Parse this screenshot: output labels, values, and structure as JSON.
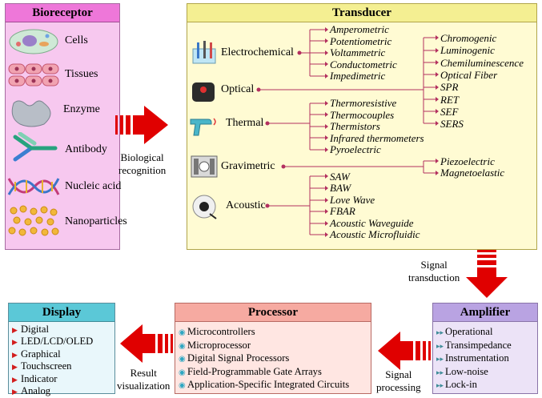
{
  "bioreceptor": {
    "title": "Bioreceptor",
    "items": [
      "Cells",
      "Tissues",
      "Enzyme",
      "Antibody",
      "Nucleic acid",
      "Nanoparticles"
    ]
  },
  "transducer": {
    "title": "Transducer",
    "categories": [
      "Electrochemical",
      "Optical",
      "Thermal",
      "Gravimetric",
      "Acoustic"
    ],
    "electrochemical": [
      "Amperometric",
      "Potentiometric",
      "Voltammetric",
      "Conductometric",
      "Impedimetric"
    ],
    "optical": [
      "Chromogenic",
      "Luminogenic",
      "Chemiluminescence",
      "Optical Fiber",
      "SPR",
      "RET",
      "SEF",
      "SERS"
    ],
    "thermal": [
      "Thermoresistive",
      "Thermocouples",
      "Thermistors",
      "Infrared thermometers",
      "Pyroelectric"
    ],
    "gravimetric": [
      "Piezoelectric",
      "Magnetoelastic"
    ],
    "acoustic": [
      "SAW",
      "BAW",
      "Love Wave",
      "FBAR",
      "Acoustic Waveguide",
      "Acoustic Microfluidic"
    ]
  },
  "display": {
    "title": "Display",
    "items": [
      "Digital",
      "LED/LCD/OLED",
      "Graphical",
      "Touchscreen",
      "Indicator",
      "Analog"
    ]
  },
  "processor": {
    "title": "Processor",
    "items": [
      "Microcontrollers",
      "Microprocessor",
      "Digital Signal Processors",
      "Field-Programmable Gate Arrays",
      "Application-Specific Integrated Circuits"
    ]
  },
  "amplifier": {
    "title": "Amplifier",
    "items": [
      "Operational",
      "Transimpedance",
      "Instrumentation",
      "Low-noise",
      "Lock-in"
    ]
  },
  "captions": {
    "biological_recognition_1": "Biological",
    "biological_recognition_2": "recognition",
    "signal_transduction_1": "Signal",
    "signal_transduction_2": "transduction",
    "signal_processing_1": "Signal",
    "signal_processing_2": "processing",
    "result_visualization_1": "Result",
    "result_visualization_2": "visualization"
  },
  "colors": {
    "arrow": "#e00000",
    "bioreceptor_bg": "#f7c8ef",
    "transducer_bg": "#fffbd3",
    "display_header": "#5bc8d7",
    "processor_header": "#f6aaa1",
    "amplifier_header": "#b9a3e2",
    "connector": "#b3305f"
  }
}
